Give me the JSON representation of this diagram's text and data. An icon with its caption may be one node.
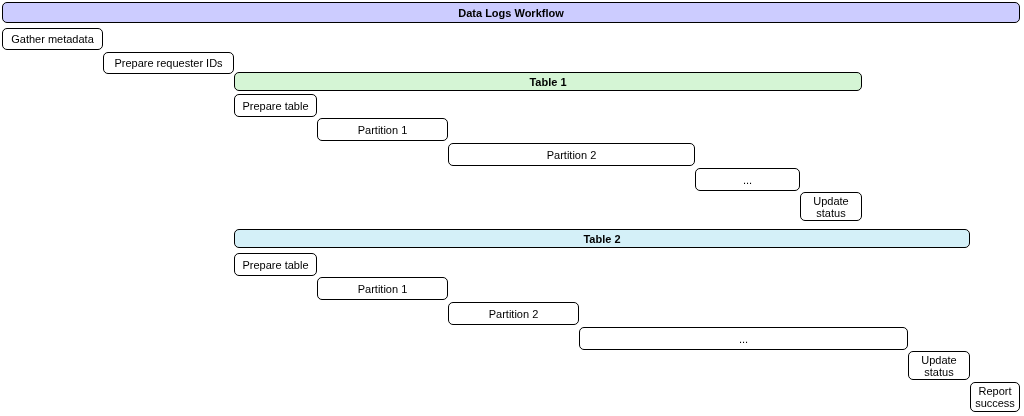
{
  "diagram": {
    "nodes": [
      {
        "text": [
          "Data Logs Workflow"
        ]
      },
      {
        "text": [
          "Gather metadata"
        ]
      },
      {
        "text": [
          "Prepare requester IDs"
        ]
      },
      {
        "text": [
          "Table 1"
        ]
      },
      {
        "text": [
          "Prepare table"
        ]
      },
      {
        "text": [
          "Partition 1"
        ]
      },
      {
        "text": [
          "Partition 2"
        ]
      },
      {
        "text": [
          "..."
        ]
      },
      {
        "text": [
          "Update status"
        ]
      },
      {
        "text": [
          "Table 2"
        ]
      },
      {
        "text": [
          "Prepare table"
        ]
      },
      {
        "text": [
          "Partition 1"
        ]
      },
      {
        "text": [
          "Partition 2"
        ]
      },
      {
        "text": [
          "..."
        ]
      },
      {
        "text": [
          "Update status"
        ]
      },
      {
        "text": [
          "Report success"
        ]
      }
    ],
    "edges": []
  }
}
